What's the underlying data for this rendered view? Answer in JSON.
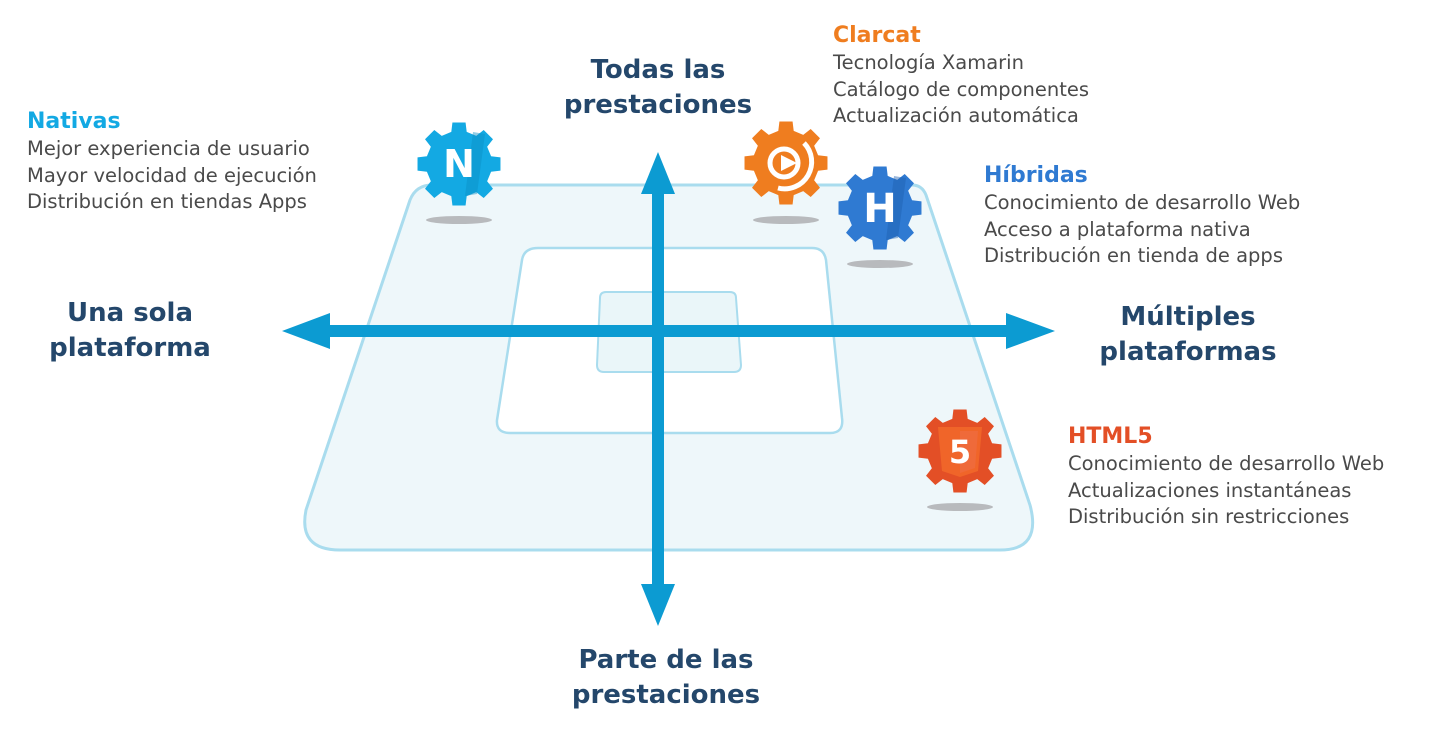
{
  "axes": {
    "top": [
      "Todas las",
      "prestaciones"
    ],
    "bottom": [
      "Parte de las",
      "prestaciones"
    ],
    "left": [
      "Una sola",
      "plataforma"
    ],
    "right": [
      "Múltiples",
      "plataformas"
    ]
  },
  "colors": {
    "axis": "#0c9bd2",
    "axis_text": "#24476b",
    "plane_fill": "#eef7fa",
    "plane_stroke": "#a9dcee",
    "nativas": "#13a9e3",
    "clarcat": "#ef7d1f",
    "hibridas": "#2f7ad2",
    "html5": "#e34f26"
  },
  "categories": {
    "nativas": {
      "title": "Nativas",
      "icon": "gear-n-icon",
      "icon_letter": "N",
      "lines": [
        "Mejor experiencia de usuario",
        "Mayor velocidad de ejecución",
        "Distribución en tiendas Apps"
      ]
    },
    "clarcat": {
      "title": "Clarcat",
      "icon": "gear-play-icon",
      "lines": [
        "Tecnología Xamarin",
        "Catálogo de componentes",
        "Actualización automática"
      ]
    },
    "hibridas": {
      "title": "Híbridas",
      "icon": "gear-h-icon",
      "icon_letter": "H",
      "lines": [
        "Conocimiento de desarrollo Web",
        "Acceso a plataforma nativa",
        "Distribución en tienda de apps"
      ]
    },
    "html5": {
      "title": "HTML5",
      "icon": "gear-html5-icon",
      "icon_letter": "5",
      "lines": [
        "Conocimiento de desarrollo Web",
        "Actualizaciones instantáneas",
        "Distribución sin restricciones"
      ]
    }
  }
}
